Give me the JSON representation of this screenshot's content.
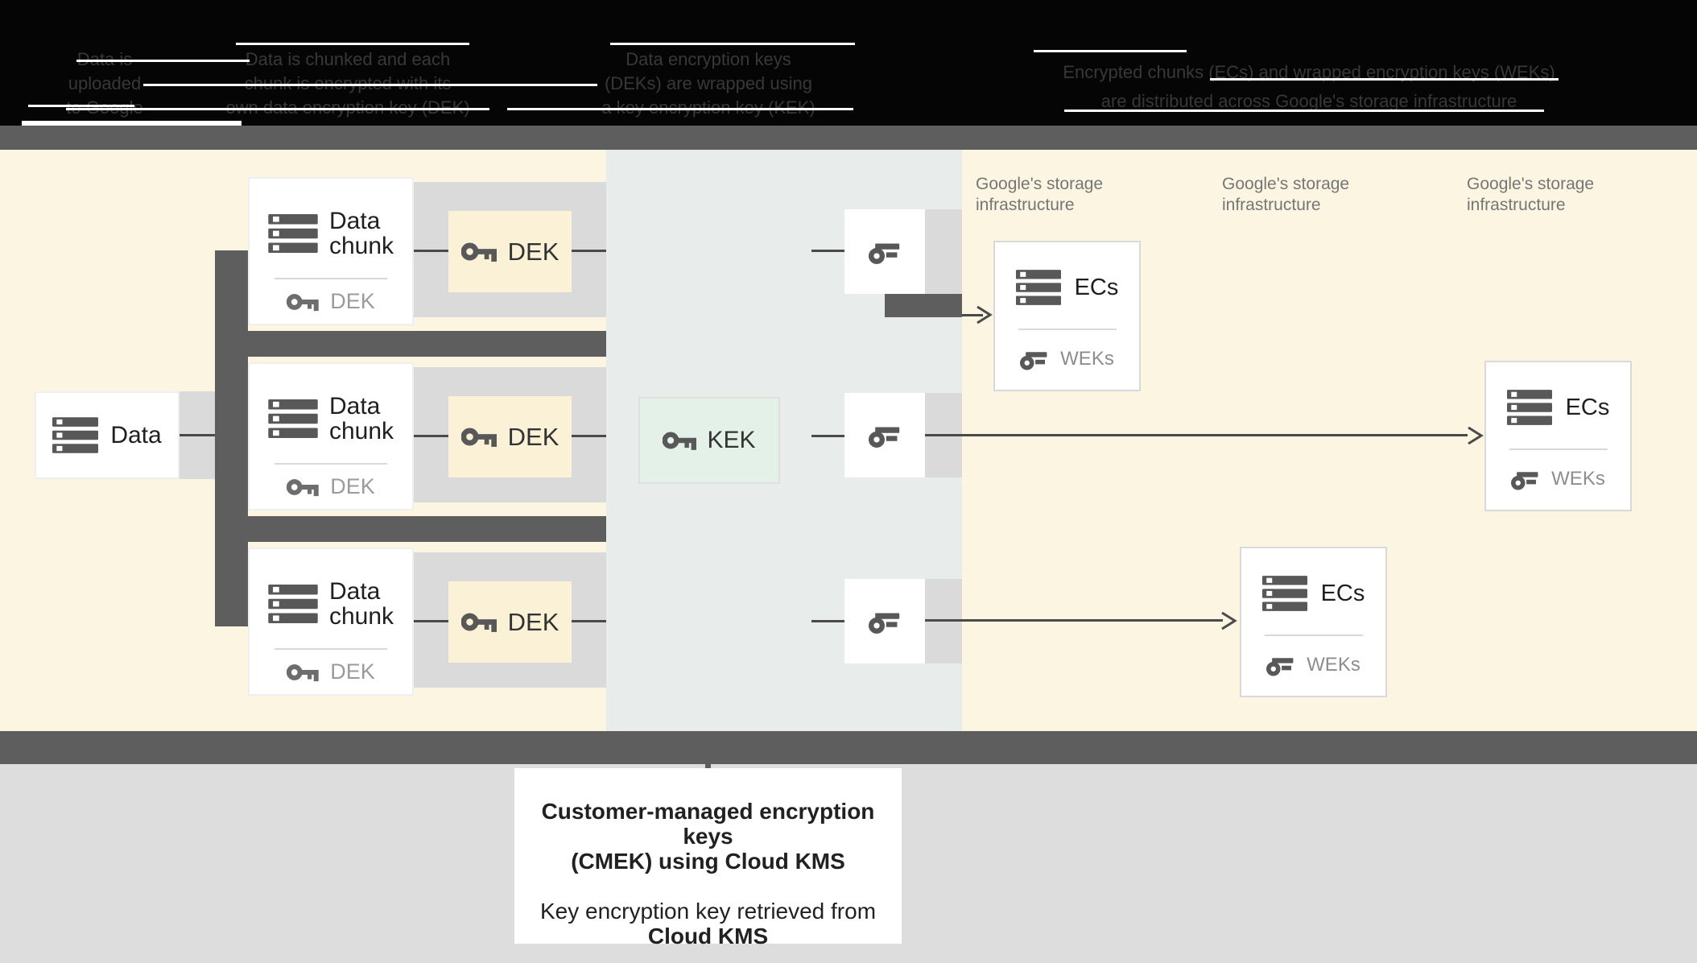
{
  "header": {
    "columns": [
      {
        "lines": [
          "Data is",
          "uploaded",
          "to Google"
        ]
      },
      {
        "lines": [
          "Data is chunked and each",
          "chunk is encrypted with its",
          "own data encryption key (DEK)"
        ]
      },
      {
        "lines": [
          "Data encryption keys",
          "(DEKs) are wrapped using",
          "a key encryption key (KEK)"
        ]
      },
      {
        "lines": [
          "Encrypted chunks (ECs) and wrapped encryption keys (WEKs)",
          "are distributed across Google's storage infrastructure"
        ]
      }
    ]
  },
  "pipeline": {
    "data_box": {
      "label": "Data"
    },
    "chunk_boxes": [
      {
        "title_line1": "Data",
        "title_line2": "chunk",
        "key_label": "DEK"
      },
      {
        "title_line1": "Data",
        "title_line2": "chunk",
        "key_label": "DEK"
      },
      {
        "title_line1": "Data",
        "title_line2": "chunk",
        "key_label": "DEK"
      }
    ],
    "dek_boxes": [
      {
        "label": "DEK"
      },
      {
        "label": "DEK"
      },
      {
        "label": "DEK"
      }
    ],
    "kek_box": {
      "label": "KEK"
    },
    "storage_labels": [
      {
        "line1": "Google's storage",
        "line2": "infrastructure"
      },
      {
        "line1": "Google's storage",
        "line2": "infrastructure"
      },
      {
        "line1": "Google's storage",
        "line2": "infrastructure"
      }
    ],
    "ec_boxes": [
      {
        "title": "ECs",
        "key_label": "WEKs"
      },
      {
        "title": "ECs",
        "key_label": "WEKs"
      },
      {
        "title": "ECs",
        "key_label": "WEKs"
      }
    ]
  },
  "footer": {
    "line1": "Customer-managed encryption keys",
    "line2": "(CMEK) using Cloud KMS",
    "line3": "Key encryption key retrieved from",
    "line4": "Cloud KMS"
  },
  "colors": {
    "cream": "#FBF5E1",
    "kms_zone": "#E8ECEA",
    "band": "#DADADA",
    "dark": "#5E5E5E",
    "dek_box": "#FAF1D7",
    "kek_box": "#E3F1E9",
    "line": "#4A4A4A",
    "icon": "#585858",
    "icon_muted": "#6D6D6D",
    "text_dark": "#1F1F1F",
    "text_gray": "#9B9B9B",
    "label_gray": "#767676",
    "header_text": "#383838",
    "footer_bg": "#DDDDDD"
  }
}
